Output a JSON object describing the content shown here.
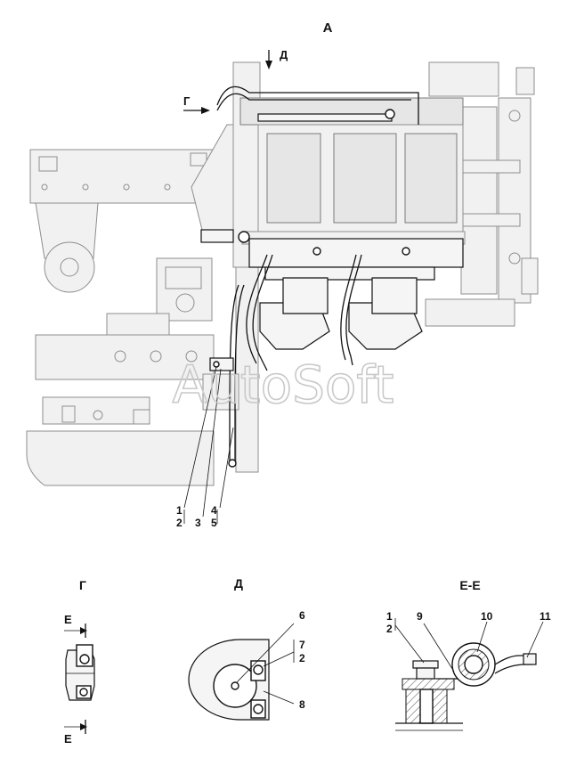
{
  "watermark": "AutoSoft",
  "views": {
    "main": "А",
    "g": "Г",
    "d": "Д",
    "section": "Е-Е"
  },
  "arrows": {
    "d_arrow": "Д",
    "g_arrow": "Г",
    "e_top": "Е",
    "e_bottom": "Е"
  },
  "callouts": {
    "main": [
      "1",
      "2",
      "3",
      "4",
      "5"
    ],
    "view_d": [
      "6",
      "7",
      "2",
      "8"
    ],
    "section": [
      "1",
      "2",
      "9",
      "10",
      "11"
    ]
  }
}
